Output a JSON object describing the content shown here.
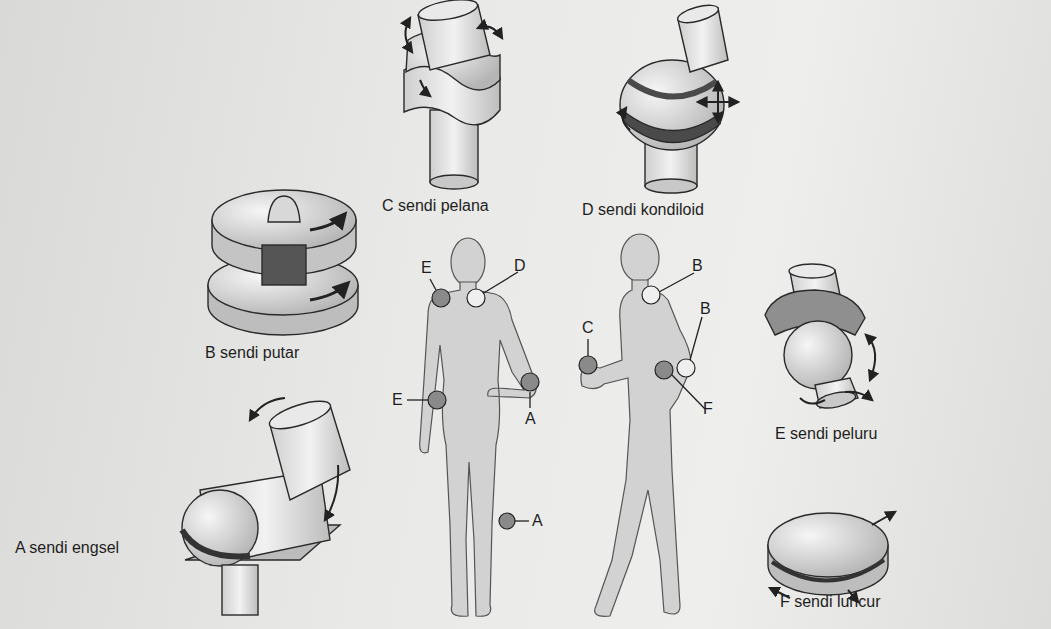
{
  "diagram": {
    "labels": [
      "C sendi pelana",
      "D sendi kondiloid",
      "B sendi putar",
      "E",
      "D",
      "B",
      "B",
      "C",
      "E",
      "A",
      "F",
      "E sendi peluru",
      "A",
      "A sendi engsel",
      "F sendi luncur"
    ]
  }
}
